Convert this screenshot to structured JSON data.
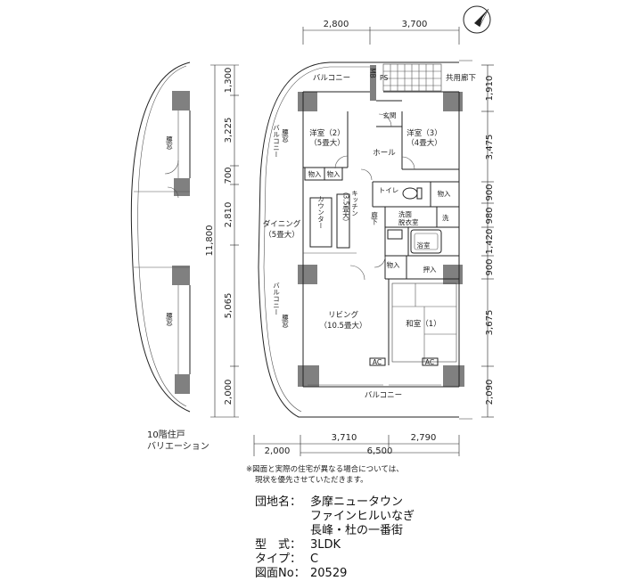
{
  "dimensions": {
    "top": [
      "2,800",
      "3,700"
    ],
    "bottom_parts": [
      "2,000",
      "3,710",
      "2,790"
    ],
    "bottom_total": "6,500",
    "right": [
      "1,910",
      "3,475",
      "900",
      "980",
      "1,420",
      "900",
      "3,675",
      "2,090"
    ],
    "left_total": "11,800",
    "left_parts": [
      "1,300",
      "3,225",
      "700",
      "2,810",
      "5,065",
      "2,000"
    ]
  },
  "rooms": {
    "western2": [
      "洋室（2）",
      "（5畳大）"
    ],
    "western3": [
      "洋室（3）",
      "（4畳大）"
    ],
    "dining": [
      "ダイニング",
      "（5畳大）"
    ],
    "kitchen": "キッチン",
    "kitchen_size": "（3.5畳大）",
    "counter": "カウンター",
    "living": [
      "リビング",
      "（10.5畳大）"
    ],
    "washitsu": "和室（1）",
    "entrance": "玄関",
    "hall": "ホール",
    "toilet": "トイレ",
    "washroom": [
      "洗面",
      "脱衣室"
    ],
    "bath": "浴室",
    "corridor": "廊下",
    "storage": "物入",
    "oshiire": "押入",
    "washer": "洗",
    "balcony": "バルコニー",
    "balcony_top": "バルコニー",
    "balcony_side1": "バルコニー",
    "balcony_side2": "バルコニー",
    "common_corridor": "共用廊下",
    "koshimado": "腰窓",
    "ac": "AC",
    "mb": "MB",
    "ps": "PS"
  },
  "variation_label": [
    "10階住戸",
    "バリエーション"
  ],
  "note": [
    "※図面と実際の住宅が異なる場合については、",
    "現状を優先させていただきます。"
  ],
  "info": {
    "danchi_label": "団地名：",
    "danchi_lines": [
      "多摩ニュータウン",
      "ファインヒルいなぎ",
      "長峰・杜の一番街"
    ],
    "type_label": "型　式：",
    "type_value": "3LDK",
    "taipu_label": "タイプ：",
    "taipu_value": "C",
    "zumen_label": "図面No：",
    "zumen_value": "20529"
  }
}
